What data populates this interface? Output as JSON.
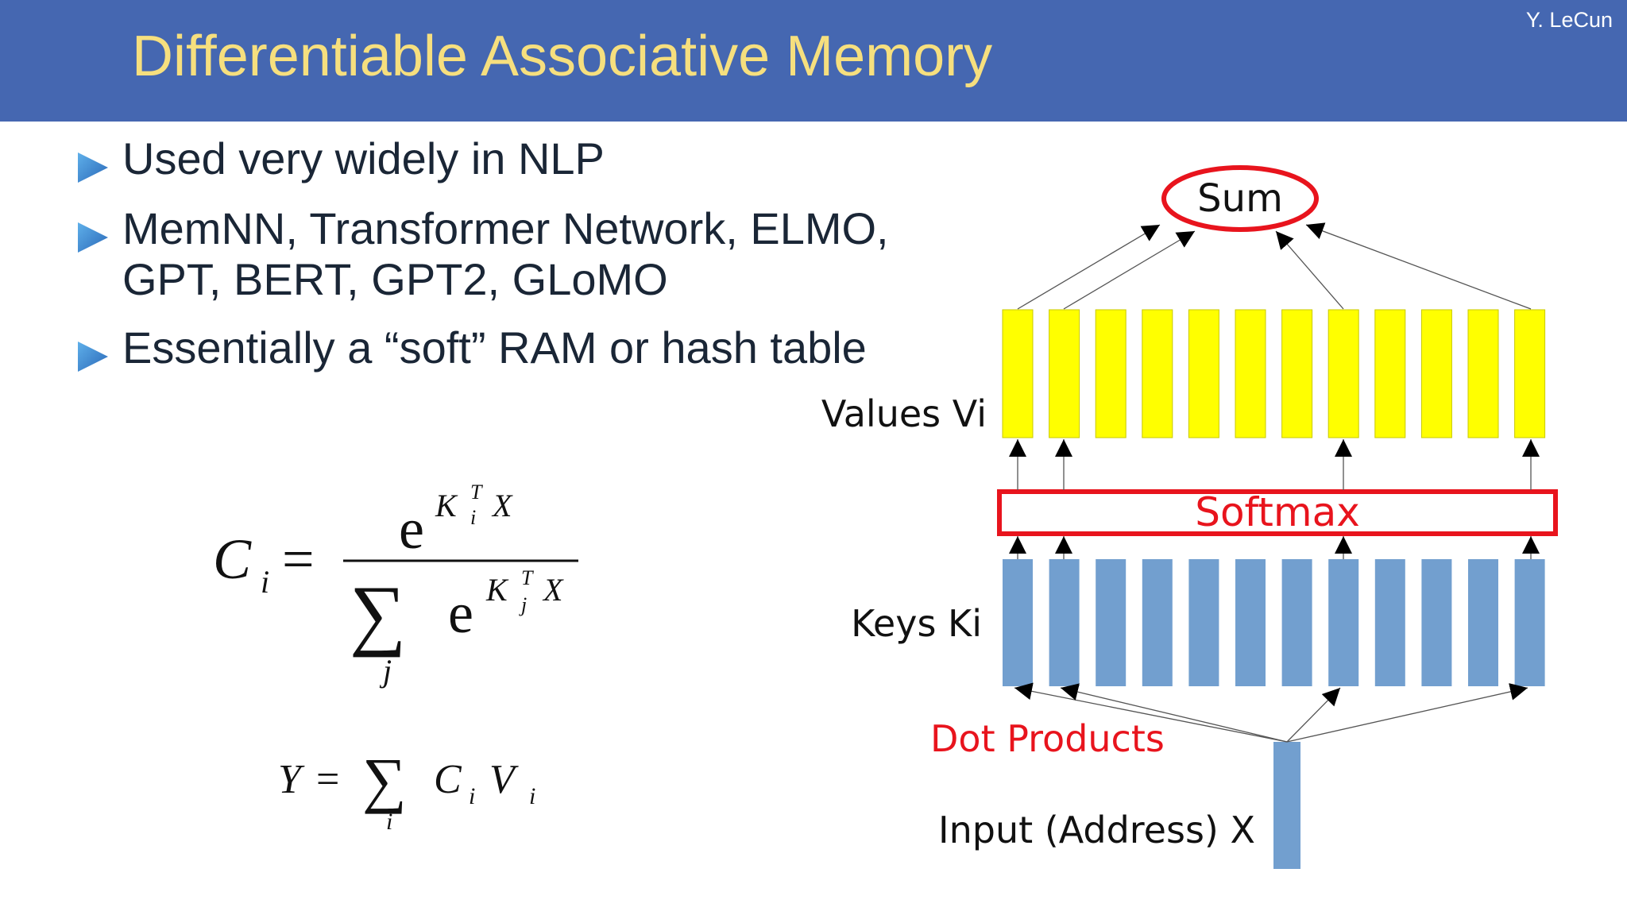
{
  "header": {
    "title": "Differentiable Associative Memory",
    "author": "Y. LeCun"
  },
  "bullets": [
    {
      "line1": "Used very widely in NLP",
      "line2": ""
    },
    {
      "line1": "MemNN, Transformer Network, ELMO,",
      "line2": "GPT, BERT, GPT2, GLoMO"
    },
    {
      "line1": "Essentially a “soft” RAM or hash table",
      "line2": ""
    }
  ],
  "formulas": {
    "softmax": {
      "lhs": "C",
      "lhs_sub": "i",
      "eq": "=",
      "exp_base": "e",
      "num_K": "K",
      "num_T": "T",
      "num_sub": "i",
      "num_X": "X",
      "sum": "∑",
      "den_sub": "j",
      "den_K": "K",
      "den_T": "T",
      "den_ksub": "j",
      "den_X": "X"
    },
    "output": {
      "lhs": "Y",
      "eq": "=",
      "sum": "∑",
      "sum_sub": "i",
      "C": "C",
      "C_sub": "i",
      "V": "V",
      "V_sub": "i"
    }
  },
  "diagram": {
    "sum_label": "Sum",
    "values_label": "Values Vi",
    "softmax_label": "Softmax",
    "keys_label": "Keys Ki",
    "dot_products_label": "Dot Products",
    "input_label": "Input (Address) X",
    "slot_count": 12,
    "colors": {
      "value_fill": "#ffff00",
      "key_fill": "#729fcf",
      "accent_red": "#e8141d"
    }
  }
}
